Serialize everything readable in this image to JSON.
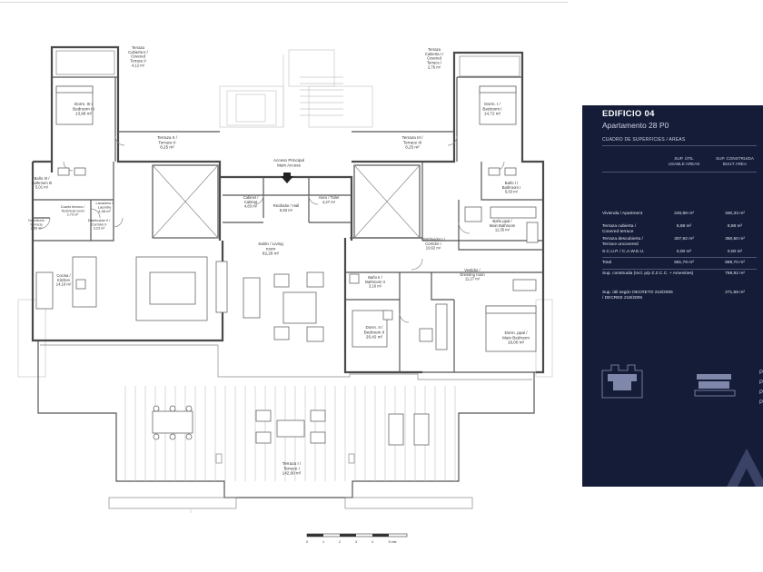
{
  "plan": {
    "rooms": {
      "terraza_cubierta_ii": [
        "Terraza",
        "Cubierta II /",
        "Covered",
        "Terrace II",
        "4,12 m²"
      ],
      "terraza_cubierta_i": [
        "Terraza",
        "Cubierta I /",
        "Covered",
        "Terrace I",
        "2,76 m²"
      ],
      "dorm_iii": [
        "Dorm. III /",
        "Bedroom III",
        "13,98 m²"
      ],
      "dorm_i": [
        "Dorm. I /",
        "Bedroom I",
        "14,72 m²"
      ],
      "terraza_ii": [
        "Terraza II /",
        "Terrace II",
        "8,25 m²"
      ],
      "terraza_iii": [
        "Terraza III /",
        "Terrace III",
        "8,25 m²"
      ],
      "acceso": [
        "Acceso Principal",
        "Main Access"
      ],
      "bano_iii": [
        "Baño III /",
        "Bathroom III",
        "5,01 m²"
      ],
      "bano_i": [
        "Baño I /",
        "Bathroom I",
        "5,63 m²"
      ],
      "lavadero": [
        "Lavadero /",
        "Laundry",
        "4,38 m²"
      ],
      "cuarto_tecnico": [
        "Cuarto técnico /",
        "Technical room",
        "2,73 m²"
      ],
      "distribuidor_ii": [
        "Distribuidor II /",
        "Corridor II",
        "3,23 m²"
      ],
      "dormitorio_servicio": [
        "Dormitorio",
        "Servicio",
        "2,58 m²"
      ],
      "cabinet": [
        "Cabinet /",
        "Cabinet",
        "4,83 m²"
      ],
      "recibidor": [
        "Recibidor / Hall",
        "5,93 m²"
      ],
      "aseo": [
        "Aseo / Toilet",
        "4,27 m²"
      ],
      "bano_ppal": [
        "Baño ppal /",
        "Main Bathroom",
        "11,35 m²"
      ],
      "salon": [
        "Salón / Living",
        "room",
        "82,28 m²"
      ],
      "distribuidor_i": [
        "Distribuidor I /",
        "Corridor I",
        "10,62 m²"
      ],
      "cocina": [
        "Cocina /",
        "Kitchen",
        "14,16 m²"
      ],
      "bano_ii": [
        "Baño II /",
        "Bathroom II",
        "3,16 m²"
      ],
      "vestidor": [
        "Vestidor /",
        "Dressing room",
        "11,27 m²"
      ],
      "dorm_ii": [
        "Dorm. II /",
        "Bedroom II",
        "20,42 m²"
      ],
      "dorm_ppal": [
        "Dorm. ppal /",
        "Main Bedroom",
        "18,00 m²"
      ],
      "terraza_i": [
        "Terraza I /",
        "Terrace I",
        "142,00 m²"
      ]
    },
    "scale_labels": [
      "0",
      "1",
      "2",
      "3",
      "4",
      "5 mts"
    ]
  },
  "panel": {
    "title": "EDIFICIO 04",
    "subtitle": "Apartamento 28 P0",
    "section": "CUADRO DE SUPERFICIES / AREAS",
    "col1": [
      "SUP. ÚTIL",
      "USABLE AREAS"
    ],
    "col2": [
      "SUP. CONSTRUIDA",
      "BUILT AREA"
    ],
    "rows": [
      {
        "label": [
          "Vivienda / Apartment"
        ],
        "useful": "246,98 m²",
        "built": "330,33 m²"
      },
      {
        "label": [
          "Terraza cubierta /",
          "Covered terrace"
        ],
        "useful": "6,88 m²",
        "built": "8,88 m²"
      },
      {
        "label": [
          "Terraza descubierta /",
          "Terrace uncovered"
        ],
        "useful": "307,92 m²",
        "built": "350,50 m²"
      },
      {
        "label": [
          "S.C.U.P. / C.A.W.E.U."
        ],
        "useful": "0,00 m²",
        "built": "0,00 m²"
      },
      {
        "label": [
          "Total"
        ],
        "useful": "561,79 m²",
        "built": "659,70 m²"
      }
    ],
    "note1": {
      "label": [
        "Sup. construida (Incl. p/p Z.Z.C.C. + Amenities)"
      ],
      "value": "759,92 m²"
    },
    "note2": {
      "label": [
        "Sup. útil según DECRETO 218/2005",
        "/ DECREE 218/2005"
      ],
      "value": "271,68 m²"
    },
    "keys": [
      "P",
      "P",
      "P",
      "P"
    ]
  }
}
